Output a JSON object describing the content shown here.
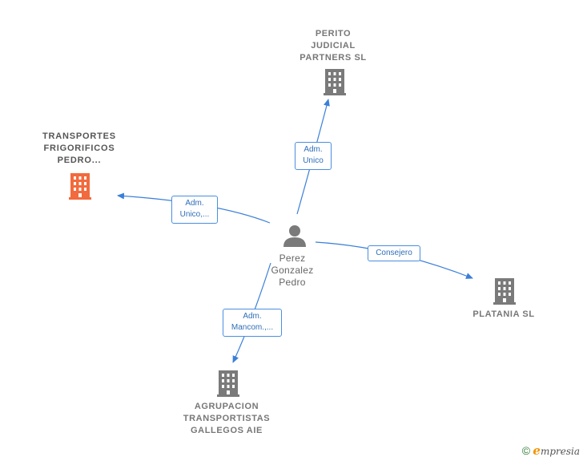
{
  "center": {
    "name": "Perez\nGonzalez\nPedro"
  },
  "companies": [
    {
      "id": "perito",
      "name": "PERITO\nJUDICIAL\nPARTNERS  SL"
    },
    {
      "id": "transportes",
      "name": "TRANSPORTES\nFRIGORIFICOS\nPEDRO..."
    },
    {
      "id": "platania",
      "name": "PLATANIA  SL"
    },
    {
      "id": "agrupacion",
      "name": "AGRUPACION\nTRANSPORTISTAS\nGALLEGOS AIE"
    }
  ],
  "relations": [
    {
      "to": "perito",
      "label": "Adm.\nUnico"
    },
    {
      "to": "transportes",
      "label": "Adm.\nUnico,..."
    },
    {
      "to": "platania",
      "label": "Consejero"
    },
    {
      "to": "agrupacion",
      "label": "Adm.\nMancom.,..."
    }
  ],
  "footer": {
    "copyright": "©",
    "brand_initial": "e",
    "brand_rest": "mpresia"
  },
  "colors": {
    "edge": "#3b7fd9",
    "building_default": "#7a7a7a",
    "building_main": "#f26a3d",
    "person": "#7a7a7a"
  }
}
